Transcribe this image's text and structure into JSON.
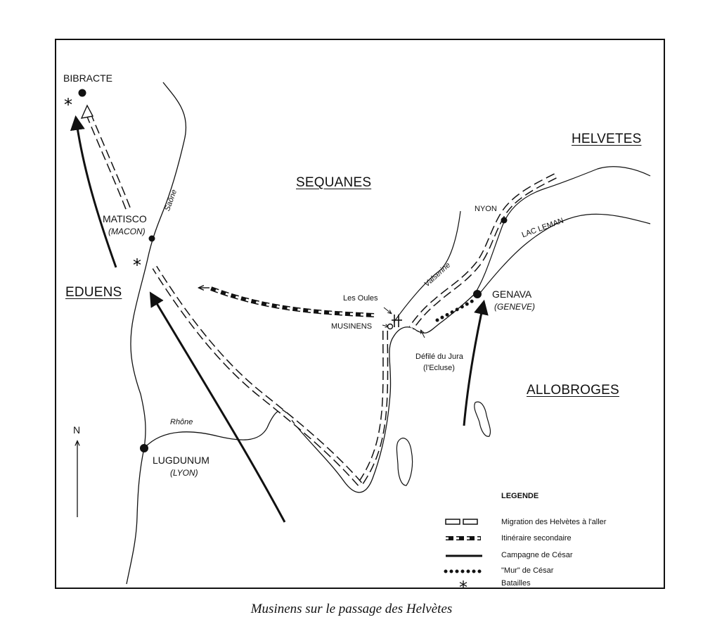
{
  "caption": "Musinens sur le passage des Helvètes",
  "north_label": "N",
  "regions": {
    "helvetes": "HELVETES",
    "sequanes": "SEQUANES",
    "eduens": "EDUENS",
    "allobroges": "ALLOBROGES"
  },
  "places": {
    "bibracte": "BIBRACTE",
    "matisco": "MATISCO",
    "matisco_modern": "(MACON)",
    "lugdunum": "LUGDUNUM",
    "lugdunum_modern": "(LYON)",
    "genava": "GENAVA",
    "genava_modern": "(GENEVE)",
    "nyon": "NYON",
    "musinens": "MUSINENS",
    "les_oules": "Les Oules",
    "defile_line1": "Défilé du Jura",
    "defile_line2": "(l'Ecluse)"
  },
  "water": {
    "saone": "Saône",
    "rhone": "Rhône",
    "valserine": "Valserine",
    "lac_leman": "LAC LEMAN"
  },
  "legend": {
    "title": "LEGENDE",
    "items": [
      {
        "key": "migration",
        "label": "Migration des Helvètes à l'aller"
      },
      {
        "key": "secondary",
        "label": "Itinéraire secondaire"
      },
      {
        "key": "caesar",
        "label": "Campagne de César"
      },
      {
        "key": "wall",
        "label": "\"Mur\" de César"
      },
      {
        "key": "battle",
        "label": "Batailles"
      }
    ]
  },
  "colors": {
    "ink": "#111111",
    "paper": "#ffffff"
  }
}
